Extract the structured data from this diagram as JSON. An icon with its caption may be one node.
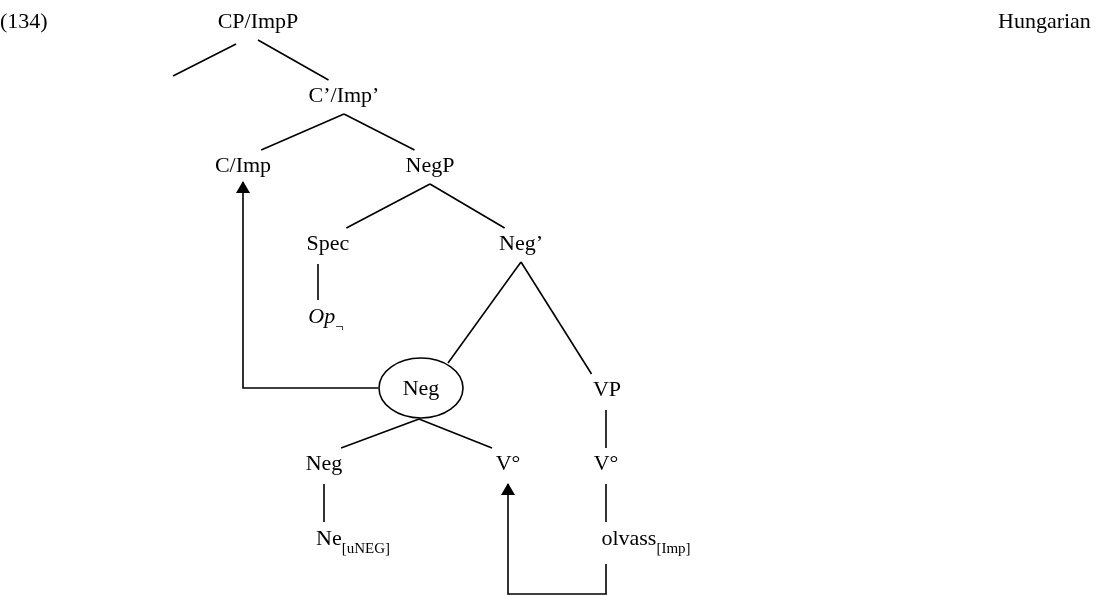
{
  "diagram": {
    "nodes": [
      {
        "text": [
          "CP/ImpP"
        ]
      },
      {
        "text": [
          "C’/Imp’"
        ]
      },
      {
        "text": [
          "C/Imp"
        ]
      },
      {
        "text": [
          "NegP"
        ]
      },
      {
        "text": [
          "Spec"
        ]
      },
      {
        "text": [
          "Neg’"
        ]
      },
      {
        "text": [
          "*Op*$_{¬}$"
        ]
      },
      {
        "text": [
          "Neg"
        ]
      },
      {
        "text": [
          "VP"
        ]
      },
      {
        "text": [
          "Neg"
        ]
      },
      {
        "text": [
          "V°"
        ]
      },
      {
        "text": [
          "V°"
        ]
      },
      {
        "text": [
          "Ne$_{[uNEG]}$"
        ]
      },
      {
        "text": [
          "olvass$_{[Imp]}$"
        ]
      }
    ],
    "edges": [
      {
        "from": 0,
        "to": null,
        "arrow": "none"
      },
      {
        "from": 0,
        "to": 1,
        "arrow": "none"
      },
      {
        "from": 1,
        "to": 2,
        "arrow": "none"
      },
      {
        "from": 1,
        "to": 3,
        "arrow": "none"
      },
      {
        "from": 3,
        "to": 4,
        "arrow": "none"
      },
      {
        "from": 3,
        "to": 5,
        "arrow": "none"
      },
      {
        "from": 4,
        "to": 6,
        "arrow": "none"
      },
      {
        "from": 5,
        "to": 7,
        "arrow": "none"
      },
      {
        "from": 5,
        "to": 8,
        "arrow": "none"
      },
      {
        "from": 7,
        "to": 9,
        "arrow": "none"
      },
      {
        "from": 7,
        "to": 10,
        "arrow": "none"
      },
      {
        "from": 8,
        "to": 11,
        "arrow": "none"
      },
      {
        "from": 9,
        "to": 12,
        "arrow": "none"
      },
      {
        "from": 11,
        "to": 13,
        "arrow": "none"
      },
      {
        "from": 7,
        "to": 2,
        "arrow": "to"
      },
      {
        "from": 13,
        "to": 10,
        "arrow": "to"
      }
    ],
    "labels": [
      "(134)",
      "Hungarian"
    ]
  }
}
